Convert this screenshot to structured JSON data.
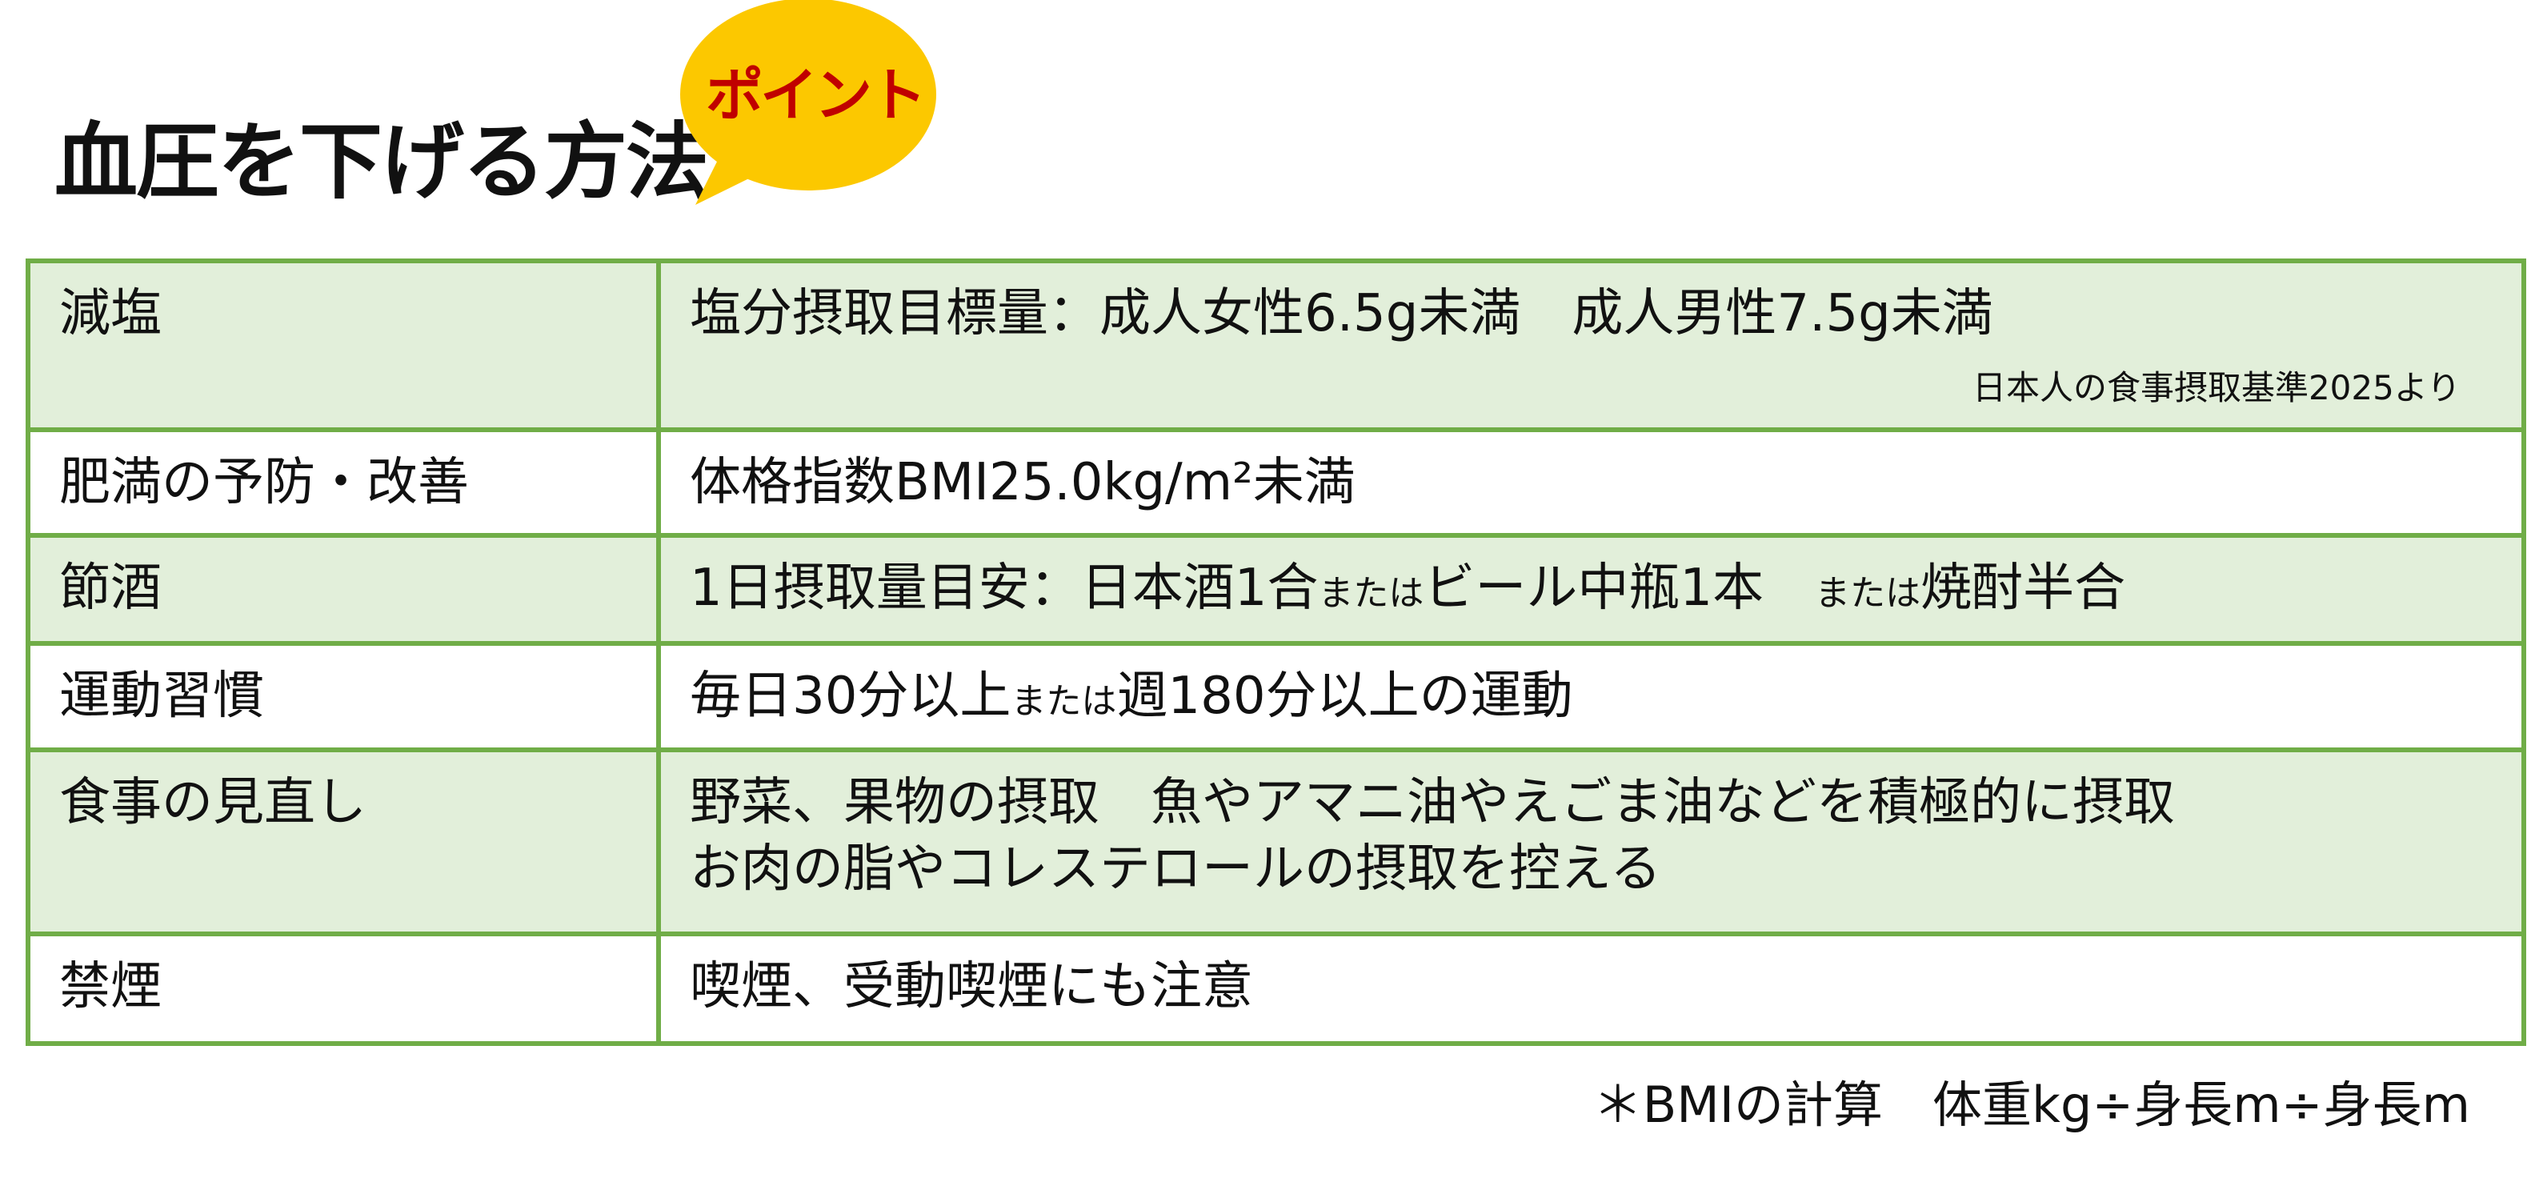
{
  "title": "血圧を下げる方法",
  "badge": "ポイント",
  "colors": {
    "border": "#70ad47",
    "shade": "#e2efda",
    "badge_bg": "#fcc800",
    "badge_text": "#c00000"
  },
  "rows": [
    {
      "label": "減塩",
      "text": "塩分摂取目標量：成人女性6.5g未満　成人男性7.5g未満",
      "source": "日本人の食事摂取基準2025より"
    },
    {
      "label": "肥満の予防・改善",
      "text": "体格指数BMI25.0kg/m²未満"
    },
    {
      "label": "節酒",
      "text_a": "1日摂取量目安：日本酒1合",
      "or1": "または",
      "text_b": "ビール中瓶1本　",
      "or2": "または",
      "text_c": "焼酎半合"
    },
    {
      "label": "運動習慣",
      "text_a": "毎日30分以上",
      "or1": "または",
      "text_b": "週180分以上の運動"
    },
    {
      "label": "食事の見直し",
      "line1": "野菜、果物の摂取　魚やアマニ油やえごま油などを積極的に摂取",
      "line2": "お肉の脂やコレステロールの摂取を控える"
    },
    {
      "label": "禁煙",
      "text": "喫煙、受動喫煙にも注意"
    }
  ],
  "note": "＊BMIの計算　体重kg÷身長m÷身長m"
}
